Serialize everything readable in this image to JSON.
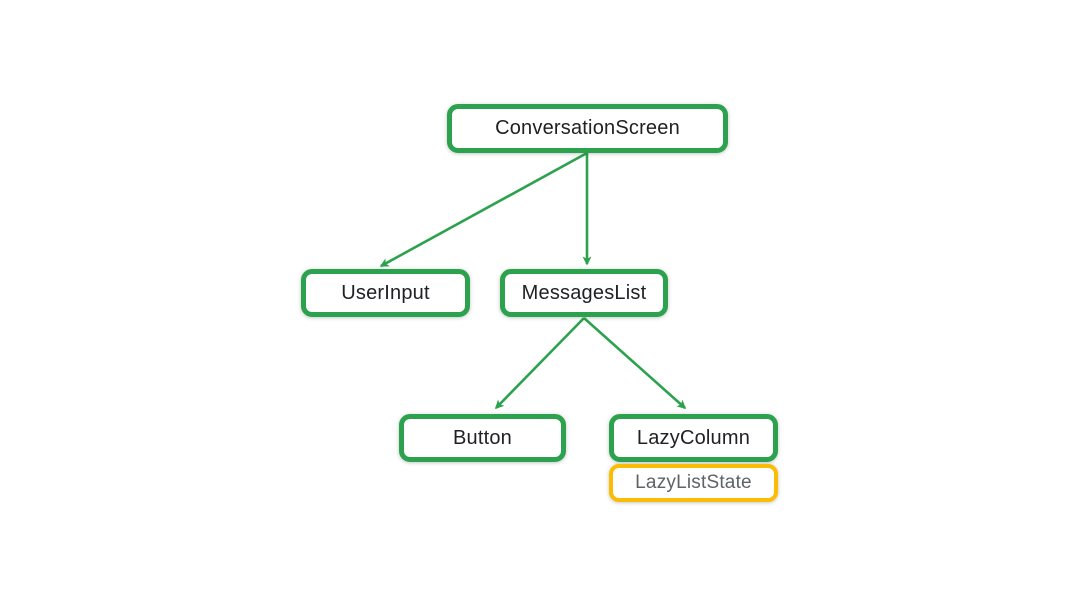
{
  "diagram": {
    "type": "component-tree",
    "nodes": {
      "conversation_screen": {
        "label": "ConversationScreen",
        "kind": "composable"
      },
      "user_input": {
        "label": "UserInput",
        "kind": "composable"
      },
      "messages_list": {
        "label": "MessagesList",
        "kind": "composable"
      },
      "button": {
        "label": "Button",
        "kind": "composable"
      },
      "lazy_column": {
        "label": "LazyColumn",
        "kind": "composable"
      },
      "lazy_list_state": {
        "label": "LazyListState",
        "kind": "state"
      }
    },
    "edges": [
      {
        "from": "ConversationScreen",
        "to": "UserInput"
      },
      {
        "from": "ConversationScreen",
        "to": "MessagesList"
      },
      {
        "from": "MessagesList",
        "to": "Button"
      },
      {
        "from": "MessagesList",
        "to": "LazyColumn"
      }
    ],
    "colors": {
      "node_green": "#2da24e",
      "arrow_green": "#2da24e",
      "state_yellow": "#fbbc04",
      "text_dark": "#202124",
      "text_gray": "#5f6368"
    }
  }
}
